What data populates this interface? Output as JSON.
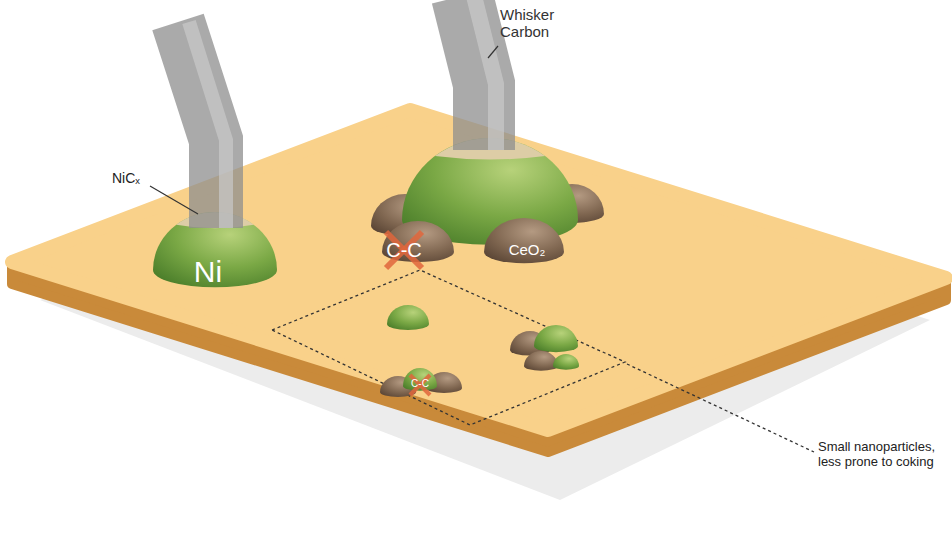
{
  "diagram": {
    "labels": [
      "Whisker Carbon",
      "NiCₓ",
      "Ni",
      "C-C",
      "CeO₂",
      "C-C",
      "Small nanoparticles, less prone to coking"
    ]
  }
}
